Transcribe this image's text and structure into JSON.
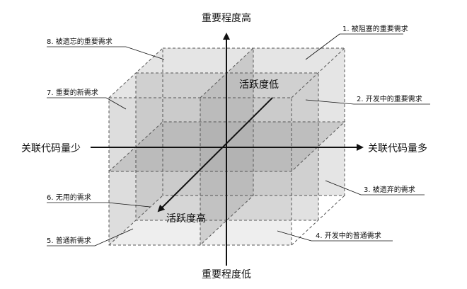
{
  "axes": {
    "top": "重要程度高",
    "bottom": "重要程度低",
    "left": "关联代码量少",
    "right": "关联代码量多",
    "diag_upper": "活跃度低",
    "diag_lower": "活跃度高"
  },
  "notes": [
    "1. 被阻塞的重要需求",
    "2. 开发中的重要需求",
    "3. 被遗弃的需求",
    "4. 开发中的普通需求",
    "5. 普通新需求",
    "6. 无用的需求",
    "7. 重要的新需求",
    "8. 被遗忘的重要需求"
  ],
  "colors": {
    "face": "#d8d8d8",
    "face_dark": "#b8b8b8",
    "edge": "#555555",
    "axis": "#111111"
  }
}
